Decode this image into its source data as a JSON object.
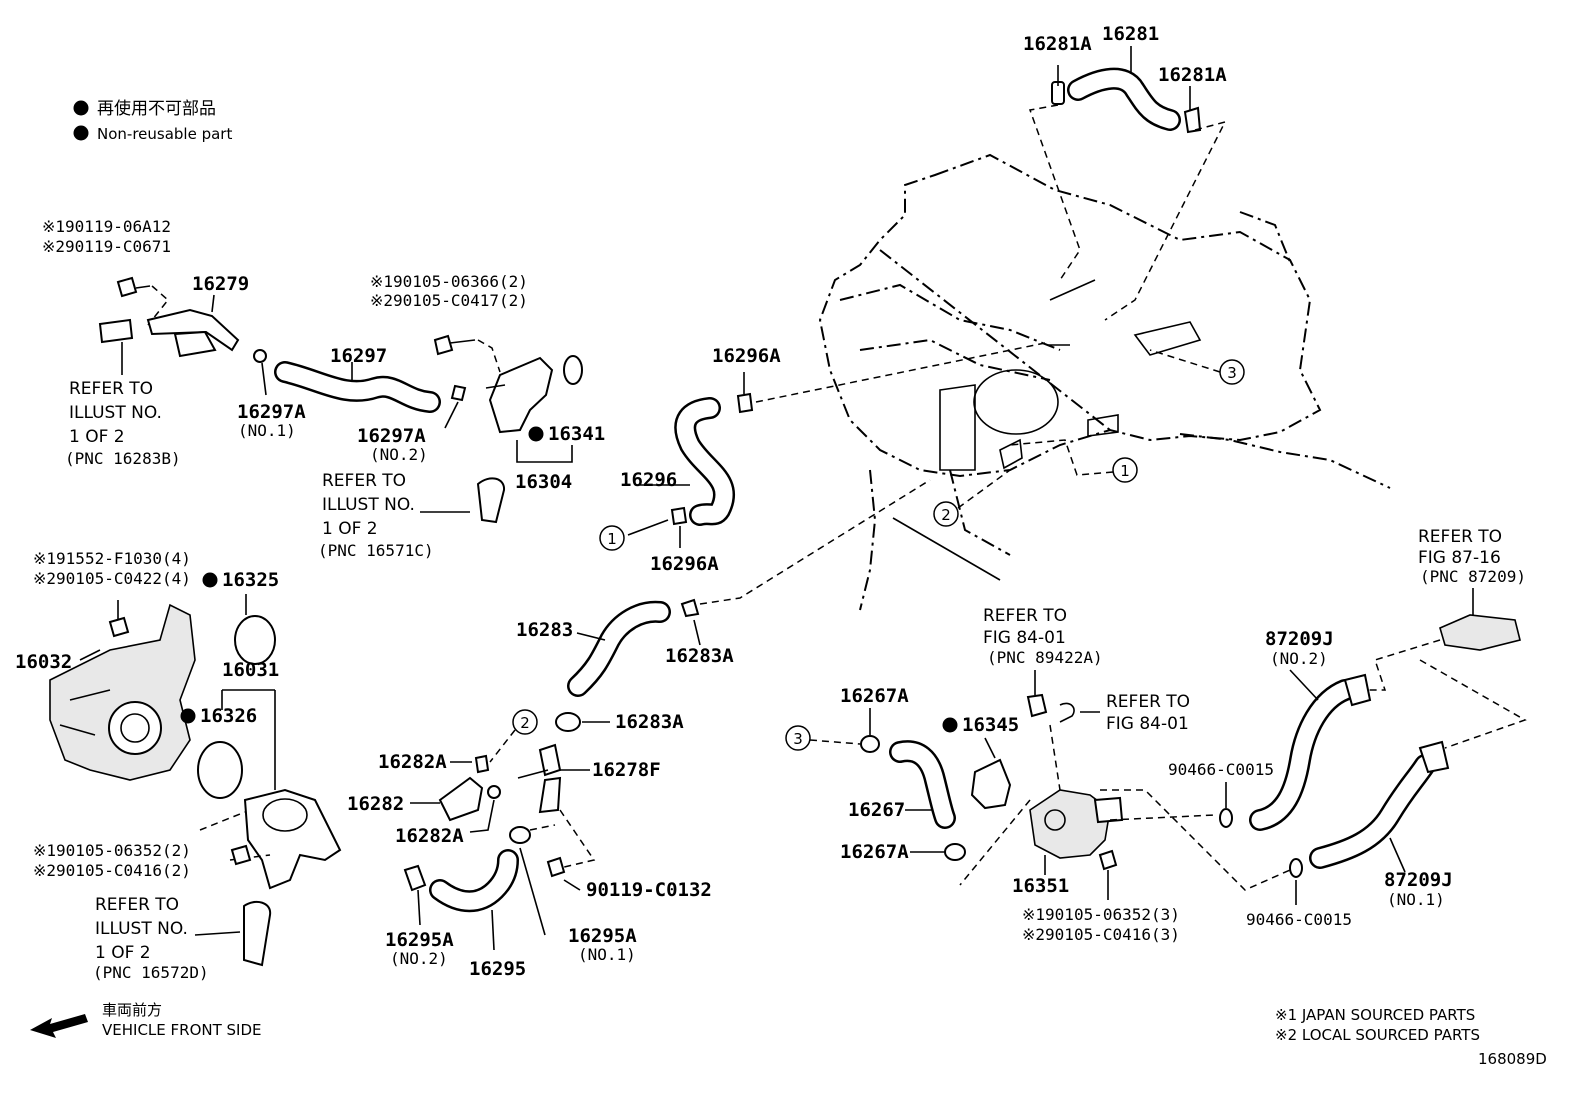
{
  "legend": {
    "jp": "再使用不可部品",
    "en": "Non-reusable part"
  },
  "labels": {
    "p16281A_left": "16281A",
    "p16281": "16281",
    "p16281A_right": "16281A",
    "note_190119": "※190119-06A12",
    "note_290119": "※290119-C0671",
    "p16279": "16279",
    "note_190105_06366": "※190105-06366(2)",
    "note_290105_C0417": "※290105-C0417(2)",
    "p16297": "16297",
    "p16297A_1": "16297A",
    "p16297A_1_sub": "(NO.1)",
    "p16297A_2": "16297A",
    "p16297A_2_sub": "(NO.2)",
    "p16341": "16341",
    "p16304": "16304",
    "p16296A_top": "16296A",
    "p16296": "16296",
    "p16296A_bottom": "16296A",
    "note_191552": "※191552-F1030(4)",
    "note_290105_C0422": "※290105-C0422(4)",
    "p16325": "16325",
    "p16031": "16031",
    "p16032": "16032",
    "p16326": "16326",
    "note_190105_06352_left": "※190105-06352(2)",
    "note_290105_C0416_left": "※290105-C0416(2)",
    "p16283": "16283",
    "p16283A_top": "16283A",
    "p16283A_mid": "16283A",
    "p16282A_top": "16282A",
    "p16282": "16282",
    "p16282A_bottom": "16282A",
    "p16278F": "16278F",
    "p90119": "90119-C0132",
    "p16295A_2": "16295A",
    "p16295A_2_sub": "(NO.2)",
    "p16295": "16295",
    "p16295A_1": "16295A",
    "p16295A_1_sub": "(NO.1)",
    "p16267A_top": "16267A",
    "p16267": "16267",
    "p16267A_bottom": "16267A",
    "p16345": "16345",
    "p16351": "16351",
    "note_190105_06352_right": "※190105-06352(3)",
    "note_290105_C0416_right": "※290105-C0416(3)",
    "p87209J_2": "87209J",
    "p87209J_2_sub": "(NO.2)",
    "p87209J_1": "87209J",
    "p87209J_1_sub": "(NO.1)",
    "p90466_top": "90466-C0015",
    "p90466_bottom": "90466-C0015"
  },
  "refers": {
    "r1_l1": "REFER TO",
    "r1_l2": "ILLUST NO.",
    "r1_l3": "1 OF 2",
    "r1_l4": "(PNC 16283B)",
    "r2_l1": "REFER TO",
    "r2_l2": "ILLUST NO.",
    "r2_l3": "1 OF 2",
    "r2_l4": "(PNC 16571C)",
    "r3_l1": "REFER TO",
    "r3_l2": "ILLUST NO.",
    "r3_l3": "1 OF 2",
    "r3_l4": "(PNC 16572D)",
    "r4_l1": "REFER TO",
    "r4_l2": "FIG 84-01",
    "r4_l3": "(PNC 89422A)",
    "r5_l1": "REFER TO",
    "r5_l2": "FIG 84-01",
    "r6_l1": "REFER TO",
    "r6_l2": "FIG 87-16",
    "r6_l3": "(PNC 87209)"
  },
  "callouts": {
    "c1": "1",
    "c2": "2",
    "c3": "3"
  },
  "footer": {
    "front_jp": "車両前方",
    "front_en": "VEHICLE FRONT SIDE",
    "source1": "※1  JAPAN SOURCED PARTS",
    "source2": "※2  LOCAL SOURCED PARTS",
    "code": "168089D"
  }
}
